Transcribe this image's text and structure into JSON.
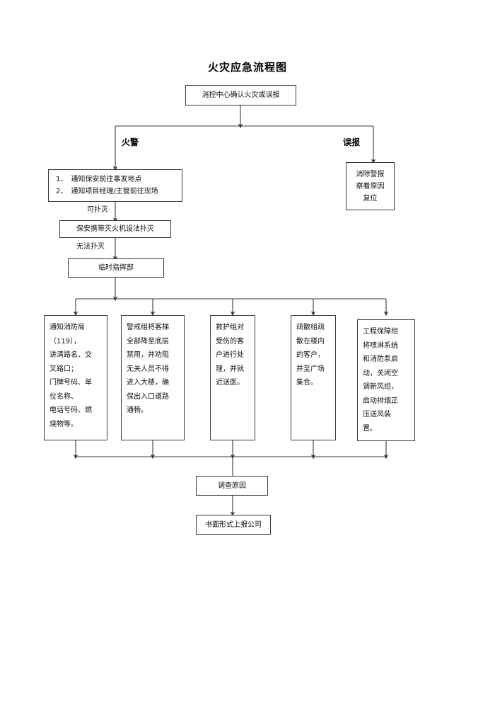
{
  "title": "火灾应急流程图",
  "nodes": {
    "start": "消控中心确认火灾或误报",
    "fire_actions": "1、　通知保安前往事发地点\n2、　通知项目经理/主管前往现场",
    "extinguish": "保安携带灭火机设法扑灭",
    "command": "临时指挥部",
    "false_alarm": "消除警报\n察看原因\n复位",
    "col1": "通知消防局\n（119），\n讲清路名、交\n叉路口；\n门牌号码、单\n位名称、\n电话号码、燃\n烧物等。",
    "col2": "警戒组将客梯\n全部降至底层\n禁用，并劝阻\n无关人员不得\n进入大楼，确\n保出入口道路\n通畅。",
    "col3": "救护组对\n受伤的客\n户进行处\n理，并就\n近送医。",
    "col4": "疏散组疏\n散在楼内\n的客户，\n并至广场\n集合。",
    "col5": "工程保障组\n将喷淋系统\n和消防泵启\n动，关闭空\n调新风组，\n启动排烟正\n压送风装\n置。",
    "investigate": "调查原因",
    "report": "书面形式上报公司"
  },
  "branch_labels": {
    "fire": "火警",
    "false_alarm": "误报"
  },
  "edge_labels": {
    "can_extinguish": "可扑灭",
    "cannot_extinguish": "无法扑灭"
  },
  "style": {
    "line_color": "#3a3a3a",
    "text_color": "#111111",
    "background": "#ffffff"
  },
  "chart_data": {
    "type": "diagram",
    "diagram_type": "flowchart",
    "title": "火灾应急流程图",
    "orientation": "top-down",
    "nodes": [
      {
        "id": "start",
        "label": "消控中心确认火灾或误报",
        "shape": "rectangle"
      },
      {
        "id": "fire_actions",
        "label": "1、通知保安前往事发地点 2、通知项目经理/主管前往现场",
        "shape": "rectangle"
      },
      {
        "id": "extinguish",
        "label": "保安携带灭火机设法扑灭",
        "shape": "rectangle"
      },
      {
        "id": "command",
        "label": "临时指挥部",
        "shape": "rectangle"
      },
      {
        "id": "false_alarm",
        "label": "消除警报 察看原因 复位",
        "shape": "rectangle"
      },
      {
        "id": "col1",
        "label": "通知消防局（119），讲清路名、交叉路口；门牌号码、单位名称、电话号码、燃烧物等。",
        "shape": "rectangle"
      },
      {
        "id": "col2",
        "label": "警戒组将客梯全部降至底层禁用，并劝阻无关人员不得进入大楼，确保出入口道路通畅。",
        "shape": "rectangle"
      },
      {
        "id": "col3",
        "label": "救护组对受伤的客户进行处理，并就近送医。",
        "shape": "rectangle"
      },
      {
        "id": "col4",
        "label": "疏散组疏散在楼内的客户，并至广场集合。",
        "shape": "rectangle"
      },
      {
        "id": "col5",
        "label": "工程保障组将喷淋系统和消防泵启动，关闭空调新风组，启动排烟正压送风装置。",
        "shape": "rectangle"
      },
      {
        "id": "investigate",
        "label": "调查原因",
        "shape": "rectangle"
      },
      {
        "id": "report",
        "label": "书面形式上报公司",
        "shape": "rectangle"
      }
    ],
    "edges": [
      {
        "from": "start",
        "to": "fire_actions",
        "label": "火警"
      },
      {
        "from": "start",
        "to": "false_alarm",
        "label": "误报"
      },
      {
        "from": "fire_actions",
        "to": "extinguish",
        "label": "可扑灭"
      },
      {
        "from": "extinguish",
        "to": "command",
        "label": "无法扑灭"
      },
      {
        "from": "command",
        "to": "col1",
        "label": ""
      },
      {
        "from": "command",
        "to": "col2",
        "label": ""
      },
      {
        "from": "command",
        "to": "col3",
        "label": ""
      },
      {
        "from": "command",
        "to": "col4",
        "label": ""
      },
      {
        "from": "command",
        "to": "col5",
        "label": ""
      },
      {
        "from": "col1",
        "to": "investigate",
        "label": ""
      },
      {
        "from": "col2",
        "to": "investigate",
        "label": ""
      },
      {
        "from": "col3",
        "to": "investigate",
        "label": ""
      },
      {
        "from": "col4",
        "to": "investigate",
        "label": ""
      },
      {
        "from": "col5",
        "to": "investigate",
        "label": ""
      },
      {
        "from": "investigate",
        "to": "report",
        "label": ""
      }
    ]
  }
}
